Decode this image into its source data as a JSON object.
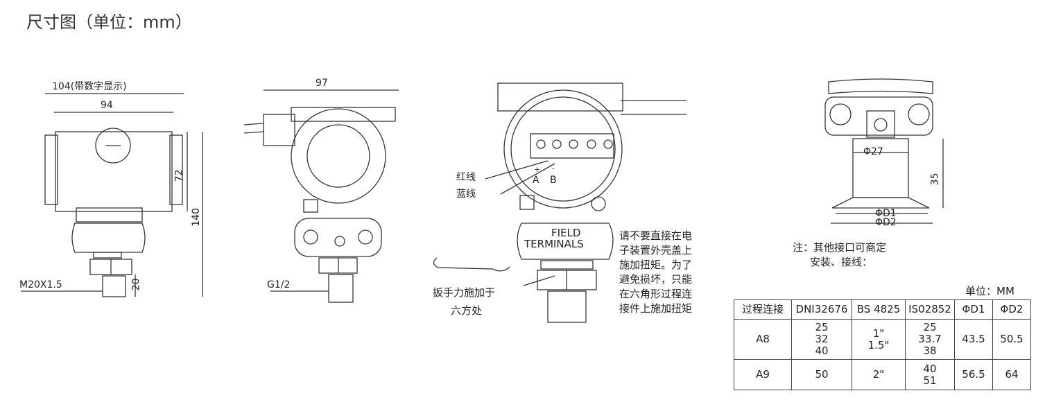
{
  "title": "尺寸图（单位：mm）",
  "view1": {
    "dim_width_display": "104(带数字显示)",
    "dim_width": "94",
    "dim_height_72": "72",
    "dim_height_140": "140",
    "dim_20": "20",
    "thread": "M20X1.5"
  },
  "view2": {
    "dim_width": "97",
    "thread": "G1/2"
  },
  "view3": {
    "wire_red": "红线",
    "wire_blue": "蓝线",
    "plus": "+",
    "minus": "-",
    "terminal_a": "A",
    "terminal_b": "B",
    "label_line1": "FIELD",
    "label_line2": "TERMINALS",
    "wrench_note": [
      "扳手力施加于",
      "六方处"
    ],
    "warning": [
      "请不要直接在电",
      "子装置外壳盖上",
      "施加扭矩。为了",
      "避免损坏，只能",
      "在六角形过程连",
      "接件上施加扭矩"
    ]
  },
  "view4": {
    "dim_phi27": "Φ27",
    "dim_35": "35",
    "dim_phid1": "ΦD1",
    "dim_phid2": "ΦD2",
    "note": [
      "注：其他接口可商定",
      "安装、接线："
    ]
  },
  "table": {
    "unit": "单位：MM",
    "headers": [
      "过程连接",
      "DNI32676",
      "BS 4825",
      "IS02852",
      "ΦD1",
      "ΦD2"
    ],
    "rows": [
      {
        "conn": "A8",
        "dni": [
          "25",
          "32",
          "40"
        ],
        "bs": [
          "1\"",
          "1.5\""
        ],
        "iso": [
          "25",
          "33.7",
          "38"
        ],
        "d1": "43.5",
        "d2": "50.5"
      },
      {
        "conn": "A9",
        "dni": [
          "50"
        ],
        "bs": [
          "2\""
        ],
        "iso": [
          "40",
          "51"
        ],
        "d1": "56.5",
        "d2": "64"
      }
    ]
  }
}
